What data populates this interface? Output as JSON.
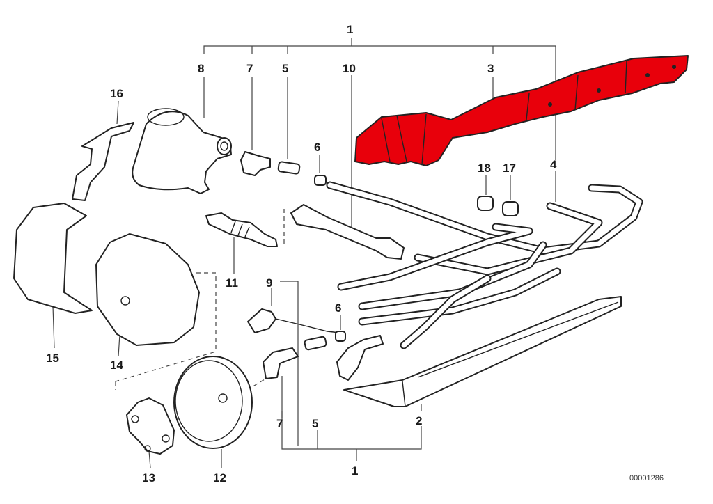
{
  "diagram": {
    "highlight_color": "#e8000b",
    "reference_code": "00001286",
    "labels": {
      "top_1": "1",
      "n8": "8",
      "n7_top": "7",
      "n5_top": "5",
      "n10": "10",
      "n3": "3",
      "n16": "16",
      "n6_top": "6",
      "n18": "18",
      "n17": "17",
      "n4": "4",
      "n11": "11",
      "n9": "9",
      "n6_mid": "6",
      "n15": "15",
      "n14": "14",
      "n7_bottom": "7",
      "n5_bottom": "5",
      "n2": "2",
      "n13": "13",
      "n12": "12",
      "bottom_1": "1"
    }
  }
}
